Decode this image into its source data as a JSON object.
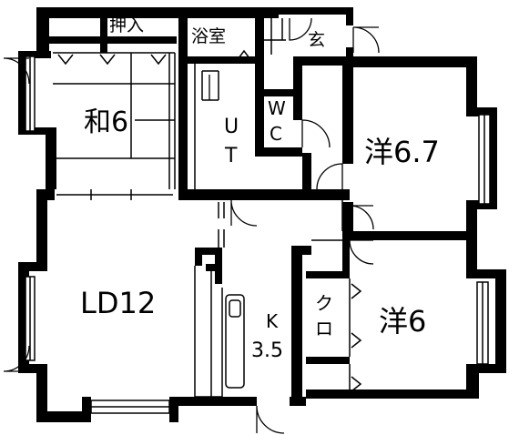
{
  "rooms": {
    "oshiire": "押入",
    "bath": "浴室",
    "entrance": "玄",
    "washitsu": "和6",
    "utility_u": "U",
    "utility_t": "T",
    "wc_w": "W",
    "wc_c": "C",
    "western_large": "洋6.7",
    "ld": "LD12",
    "kitchen_k": "K",
    "kitchen_size": "3.5",
    "closet_ku": "ク",
    "closet_ro": "ロ",
    "western_small": "洋6"
  }
}
